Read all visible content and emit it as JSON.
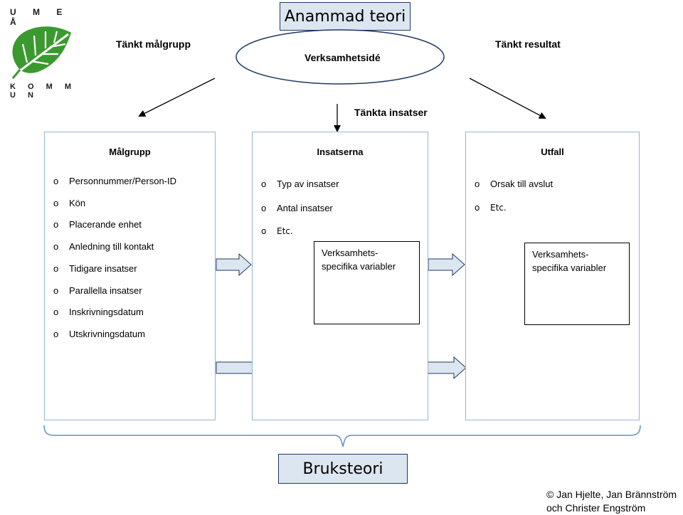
{
  "logo": {
    "top_text": "U M E Å",
    "bottom_text": "K O M M U N",
    "icon": "birch-leaf-icon"
  },
  "title": "Anammad teori",
  "target_group_label": "Tänkt målgrupp",
  "business_idea": "Verksamhetsidé",
  "result_label": "Tänkt resultat",
  "planned_actions": "Tänkta insatser",
  "columns": {
    "malgrupp": {
      "title": "Målgrupp",
      "items": [
        "Personnummer/Person-ID",
        "Kön",
        "Placerande enhet",
        "Anledning till kontakt",
        "Tidigare insatser",
        "Parallella insatser",
        "Inskrivningsdatum",
        "Utskrivningsdatum"
      ]
    },
    "insatserna": {
      "title": "Insatserna",
      "items": [
        "Typ av insatser",
        "Antal insatser",
        "Etc."
      ],
      "variables_label": "Verksamhets-specifika variabler",
      "variables_line1": "Verksamhets-",
      "variables_line2": "specifika variabler"
    },
    "utfall": {
      "title": "Utfall",
      "items": [
        "Orsak till avslut",
        "Etc."
      ],
      "variables_line1": "Verksamhets-",
      "variables_line2": "specifika variabler"
    }
  },
  "bottom_title": "Bruksteori",
  "copyright_line1": "© Jan Hjelte, Jan Brännström",
  "copyright_line2": "och Christer Engström",
  "colors": {
    "box_fill": "#dce6f1",
    "box_border": "#1f3864",
    "column_border": "#95b3d7",
    "arrow_fill": "#dce6f1",
    "logo_green": "#3a9a2f"
  }
}
